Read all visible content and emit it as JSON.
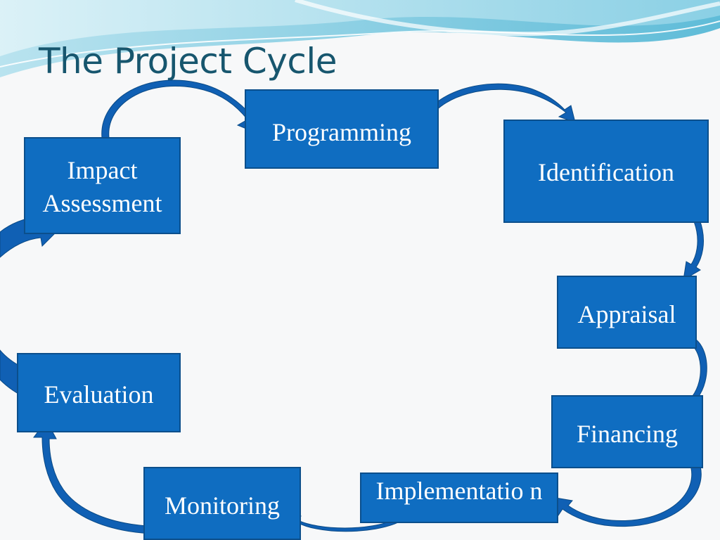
{
  "slide": {
    "title": "The Project Cycle",
    "colors": {
      "box_fill": "#0f6dc1",
      "box_border": "#0b4f8c",
      "arrow_fill": "#1060b4",
      "title": "#17566e",
      "header_waves": "#7cc9e0"
    }
  },
  "cycle": {
    "steps": [
      {
        "id": "programming",
        "label": "Programming"
      },
      {
        "id": "identification",
        "label": "Identification"
      },
      {
        "id": "appraisal",
        "label": "Appraisal"
      },
      {
        "id": "financing",
        "label": "Financing"
      },
      {
        "id": "implementation",
        "label": "Implementatio n"
      },
      {
        "id": "monitoring",
        "label": "Monitoring"
      },
      {
        "id": "evaluation",
        "label": "Evaluation"
      },
      {
        "id": "impact-assessment",
        "label": "Impact Assessment"
      }
    ],
    "arrow_icon": "curved-arrow-icon"
  }
}
